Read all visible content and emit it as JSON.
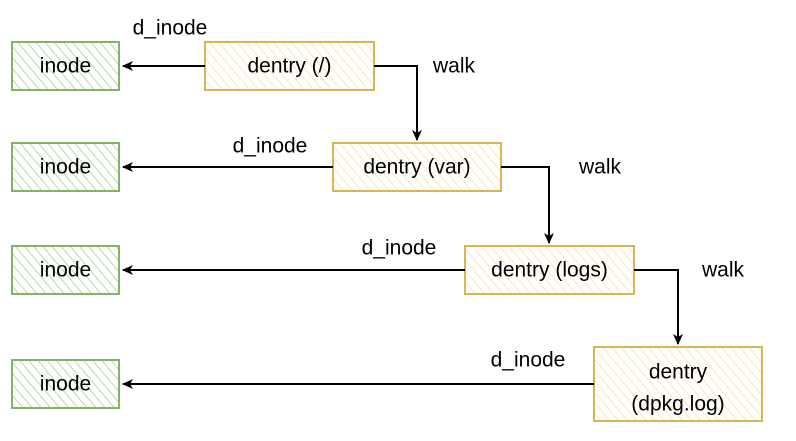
{
  "colors": {
    "inode_fill": "#d5e8d4",
    "inode_stroke": "#82b366",
    "dentry_fill": "#fff2cc",
    "dentry_stroke": "#d6b656",
    "line": "#000000"
  },
  "inodes": [
    {
      "label": "inode"
    },
    {
      "label": "inode"
    },
    {
      "label": "inode"
    },
    {
      "label": "inode"
    }
  ],
  "dentries": [
    {
      "lines": [
        "dentry (/)"
      ]
    },
    {
      "lines": [
        "dentry (var)"
      ]
    },
    {
      "lines": [
        "dentry (logs)"
      ]
    },
    {
      "lines": [
        "dentry",
        "(dpkg.log)"
      ]
    }
  ],
  "d_inode_edges": [
    {
      "label": "d_inode"
    },
    {
      "label": "d_inode"
    },
    {
      "label": "d_inode"
    },
    {
      "label": "d_inode"
    }
  ],
  "walk_edges": [
    {
      "label": "walk"
    },
    {
      "label": "walk"
    },
    {
      "label": "walk"
    }
  ]
}
